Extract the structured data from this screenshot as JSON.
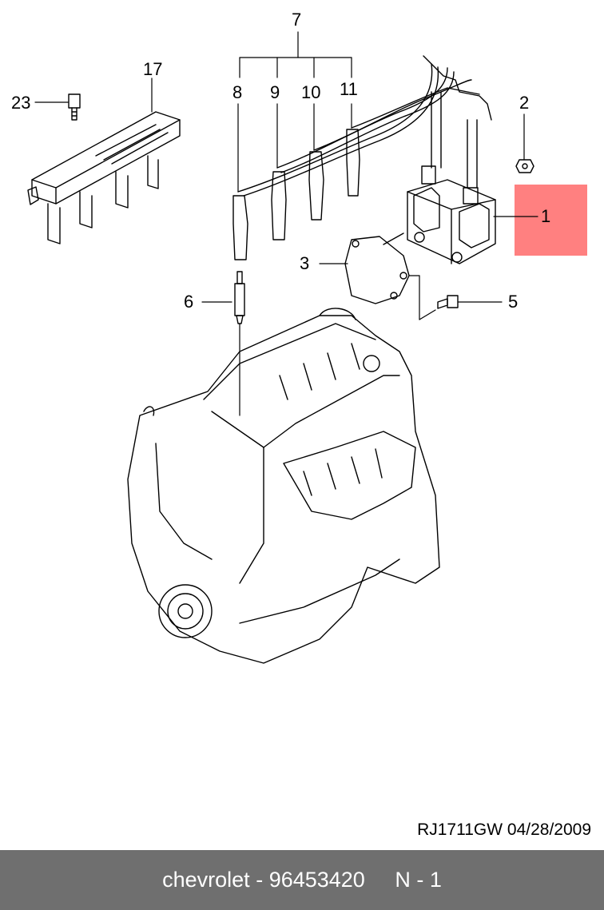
{
  "diagram": {
    "callouts": {
      "c1": "1",
      "c2": "2",
      "c3": "3",
      "c5": "5",
      "c6": "6",
      "c7": "7",
      "c8": "8",
      "c9": "9",
      "c10": "10",
      "c11": "11",
      "c17": "17",
      "c23": "23"
    },
    "highlight_color": "#ff8080",
    "drawing_code": "RJ1711GW  04/28/2009"
  },
  "footer": {
    "brand": "chevrolet",
    "separator": " - ",
    "part_number": "96453420",
    "position": "N - 1",
    "background": "#6f6f6f"
  }
}
